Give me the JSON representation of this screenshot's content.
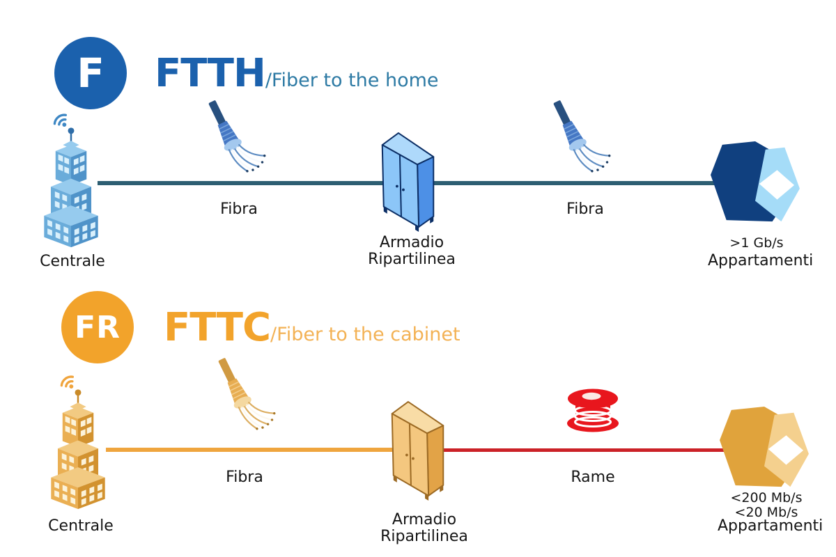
{
  "colors": {
    "ftth_primary": "#1b61ad",
    "ftth_subtitle": "#2d7aa4",
    "fiber_line_blue": "#2d5e72",
    "fttc_primary": "#f2a32b",
    "fttc_subtitle": "#f3b255",
    "fiber_line_orange": "#efa53e",
    "copper_line_red": "#cb2127",
    "copper_coil_red": "#e8161d",
    "background": "#ffffff",
    "label_text": "#141414"
  },
  "ftth": {
    "badge": "F",
    "title": "FTTH",
    "subtitle": "/Fiber to the home",
    "labels": {
      "centrale": "Centrale",
      "fibra1": "Fibra",
      "cabinet": "Armadio Ripartilinea",
      "fibra2": "Fibra",
      "speed": ">1 Gb/s",
      "apartments": "Appartamenti"
    }
  },
  "fttc": {
    "badge": "FR",
    "title": "FTTC",
    "subtitle": "/Fiber to the cabinet",
    "labels": {
      "centrale": "Centrale",
      "fibra": "Fibra",
      "cabinet": "Armadio Ripartilinea",
      "rame": "Rame",
      "speed_fttc": "<200 Mb/s",
      "speed_adsl": "<20 Mb/s",
      "apartments": "Appartamenti"
    }
  }
}
